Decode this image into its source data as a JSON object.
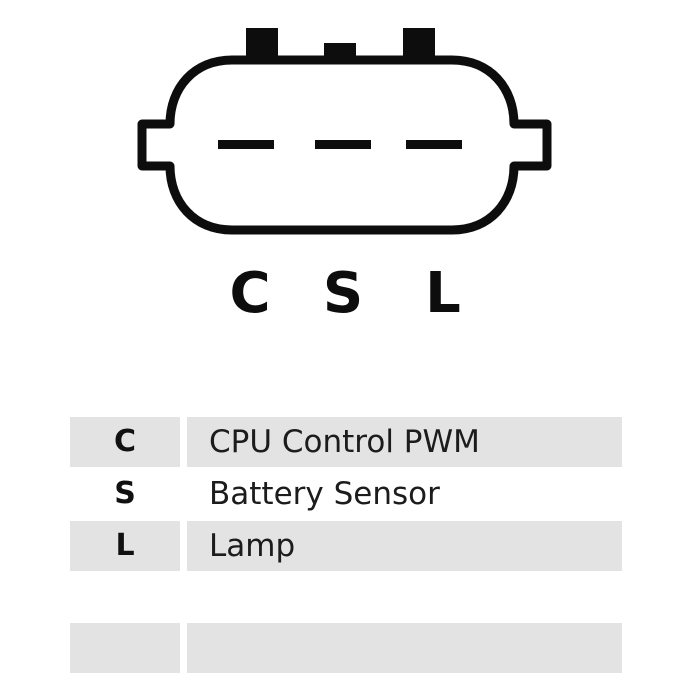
{
  "connector": {
    "pin_letters": [
      "C",
      "S",
      "L"
    ]
  },
  "pin_table": {
    "rows": [
      {
        "code": "C",
        "description": "CPU Control PWM",
        "shaded": true
      },
      {
        "code": "S",
        "description": "Battery Sensor",
        "shaded": false
      },
      {
        "code": "L",
        "description": "Lamp",
        "shaded": true
      }
    ],
    "empty_row": {
      "code": "",
      "description": "",
      "shaded": true
    }
  },
  "colors": {
    "outline": "#0d0d0d",
    "row_shade": "#e3e3e3",
    "background": "#ffffff"
  }
}
